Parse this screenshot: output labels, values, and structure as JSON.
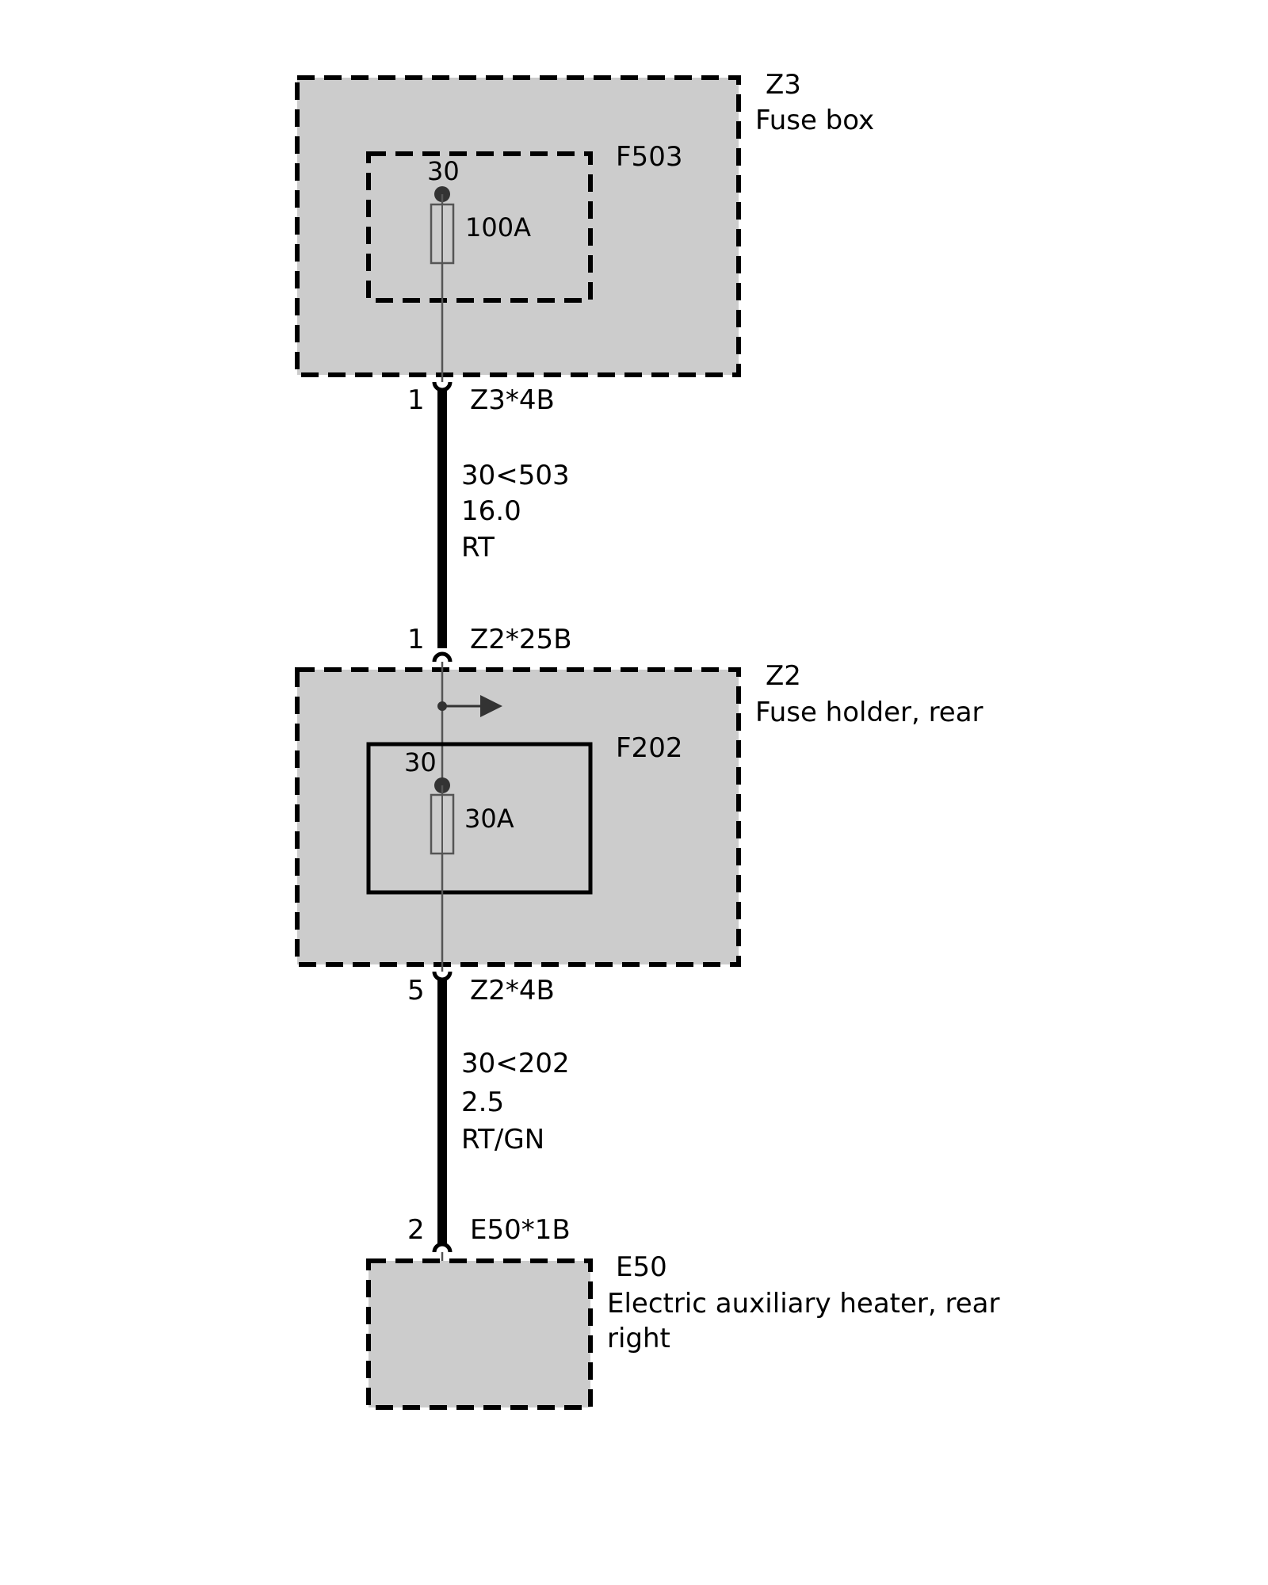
{
  "colors": {
    "module_fill": "#cccccc",
    "line": "#000000",
    "thin_wire": "#555555",
    "node": "#333333",
    "background": "#ffffff"
  },
  "modules": {
    "z3": {
      "id": "Z3",
      "name": "Fuse box"
    },
    "z2": {
      "id": "Z2",
      "name": "Fuse holder, rear"
    },
    "e50": {
      "id": "E50",
      "name_line1": "Electric auxiliary heater, rear",
      "name_line2": "right"
    }
  },
  "fuses": {
    "f503": {
      "id": "F503",
      "terminal": "30",
      "rating": "100A"
    },
    "f202": {
      "id": "F202",
      "terminal": "30",
      "rating": "30A"
    }
  },
  "connectors": {
    "z3_4b": {
      "pin": "1",
      "name": "Z3*4B"
    },
    "z2_25b": {
      "pin": "1",
      "name": "Z2*25B"
    },
    "z2_4b": {
      "pin": "5",
      "name": "Z2*4B"
    },
    "e50_1b": {
      "pin": "2",
      "name": "E50*1B"
    }
  },
  "wires": {
    "w1": {
      "circuit": "30<503",
      "gauge": "16.0",
      "color": "RT"
    },
    "w2": {
      "circuit": "30<202",
      "gauge": "2.5",
      "color": "RT/GN"
    }
  }
}
